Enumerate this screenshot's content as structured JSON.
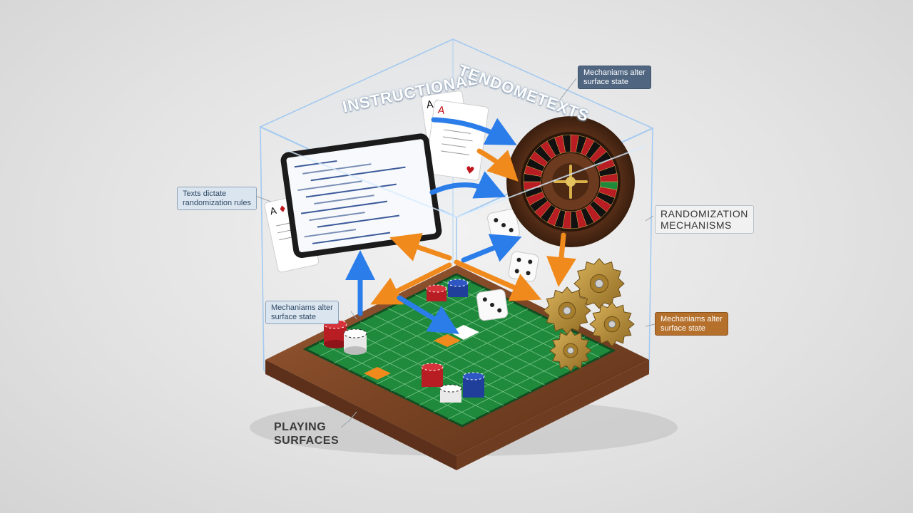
{
  "title": {
    "left": "INSTRUCTIONAL",
    "right": "TENDOMETEXTS"
  },
  "labels": {
    "top_right": {
      "line1": "Mechaniams alter",
      "line2": "surface state"
    },
    "left": {
      "line1": "Texts dictate",
      "line2": "randomization rules"
    },
    "right_middle": {
      "line1": "RANDOMIZATION",
      "line2": "MECHANISMS"
    },
    "left_lower": {
      "line1": "Mechaniams alter",
      "line2": "surface state"
    },
    "right_lower": {
      "line1": "Mechaniams alter",
      "line2": "surface state"
    },
    "bottom_left": {
      "line1": "PLAYING",
      "line2": "SURFACES"
    }
  },
  "colors": {
    "accent_blue": "#2b7de9",
    "accent_orange": "#f08a1c",
    "board_green": "#1f8a3c",
    "wood": "#7a4424",
    "glass_edge": "#9cc7f2"
  },
  "icons": [
    "tablet-icon",
    "playing-card-icon",
    "roulette-wheel-icon",
    "dice-icon",
    "poker-chip-icon",
    "gear-icon"
  ]
}
